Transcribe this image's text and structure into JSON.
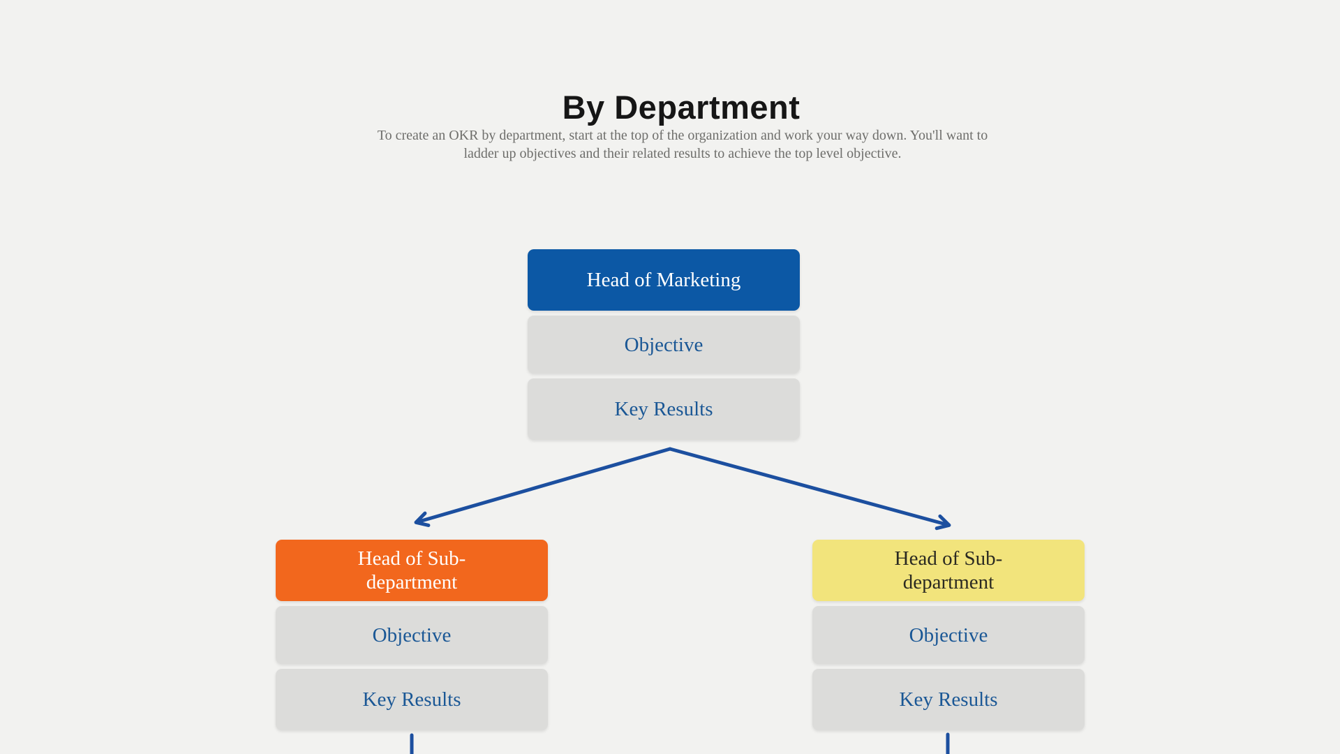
{
  "page": {
    "background": "#f2f2f0",
    "title": "By Department",
    "subtitle_lines": [
      "To create an OKR by department, start at the top of the organization and work your way down. You'll want to",
      "ladder up objectives and their related results to achieve the top level objective."
    ]
  },
  "colors": {
    "title_text": "#161616",
    "subtitle_text": "#6e6e6b",
    "connector": "#1c4f9f",
    "card_bg": "#dcdcda",
    "card_text": "#1a5795"
  },
  "org_chart": {
    "root": {
      "head": {
        "label": "Head of Marketing",
        "bg": "#0c58a5",
        "text": "#ffffff"
      },
      "objective_label": "Objective",
      "key_results_label": "Key Results"
    },
    "children": [
      {
        "head": {
          "label": "Head of Sub-department",
          "bg": "#f2671d",
          "text": "#ffffff"
        },
        "objective_label": "Objective",
        "key_results_label": "Key Results"
      },
      {
        "head": {
          "label": "Head of Sub-department",
          "bg": "#f2e47c",
          "text": "#2b2a22"
        },
        "objective_label": "Objective",
        "key_results_label": "Key Results"
      }
    ]
  }
}
